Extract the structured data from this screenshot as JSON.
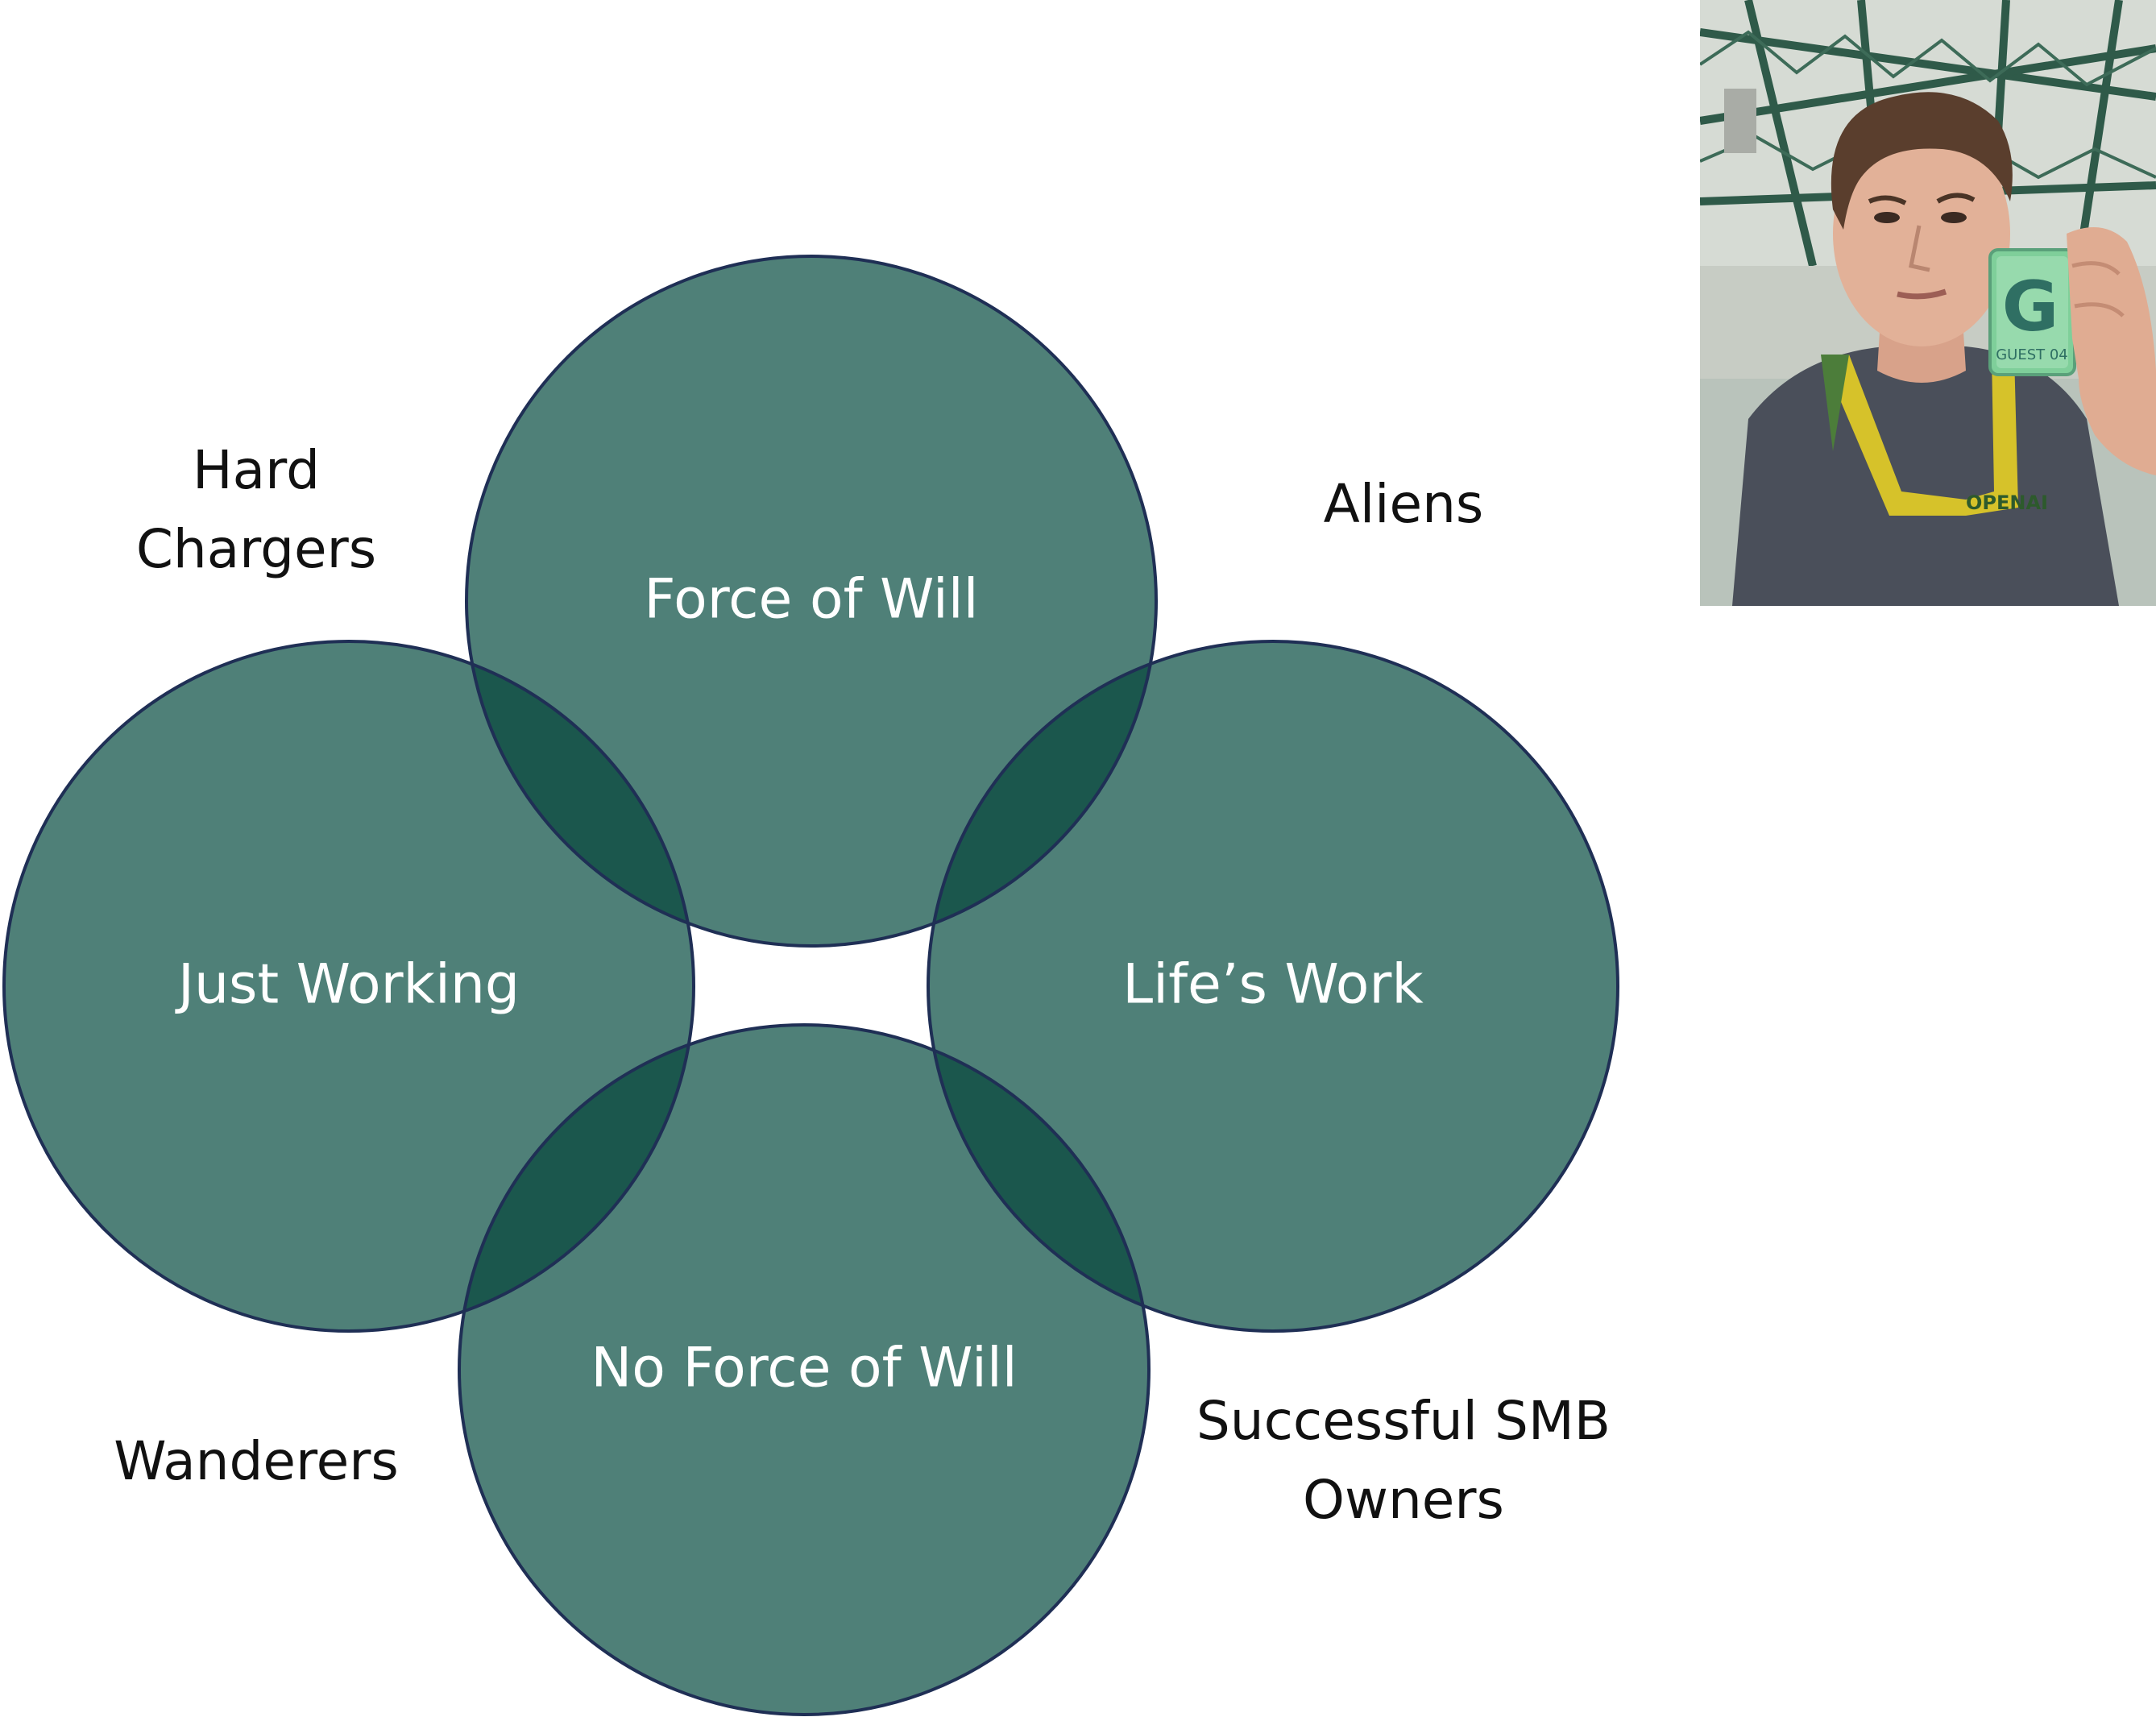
{
  "diagram": {
    "colors": {
      "circle_fill": "#4f8078",
      "circle_overlap": "#1b574d",
      "circle_stroke": "#1f2f55",
      "background": "#ffffff"
    },
    "circles": [
      {
        "id": "top",
        "label": "Force of Will"
      },
      {
        "id": "left",
        "label": "Just Working"
      },
      {
        "id": "right",
        "label": "Life’s Work"
      },
      {
        "id": "bottom",
        "label": "No Force of Will"
      }
    ],
    "quadrant_labels": {
      "top_left": [
        "Hard",
        "Chargers"
      ],
      "top_right": [
        "Aliens"
      ],
      "bottom_left": [
        "Wanderers"
      ],
      "bottom_right": [
        "Successful SMB",
        "Owners"
      ]
    }
  },
  "photo": {
    "badge_letter": "G",
    "badge_text": "GUEST 04",
    "lanyard_text": "OPENAI"
  }
}
